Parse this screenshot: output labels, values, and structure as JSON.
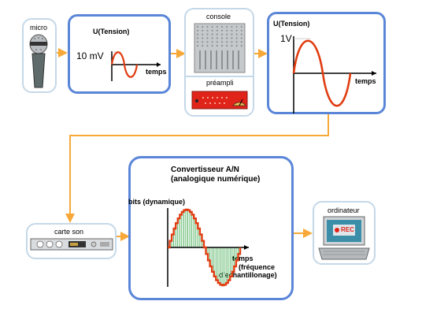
{
  "nodes": {
    "micro": {
      "label": "micro"
    },
    "signal_mv": {
      "title": "U(Tension)",
      "amplitude_label": "10 mV",
      "axis_label": "temps"
    },
    "console": {
      "label": "console"
    },
    "preampli": {
      "label": "préampli"
    },
    "signal_v": {
      "title": "U(Tension)",
      "amplitude_label": "1V",
      "axis_label": "temps"
    },
    "carte_son": {
      "label": "carte son"
    },
    "convertisseur": {
      "title_line1": "Convertisseur A/N",
      "title_line2": "(analogique numérique)",
      "y_label": "bits (dynamique)",
      "x_label_line1": "temps",
      "x_label_line2": "(fréquence",
      "x_label_line3": "d'echantillonage)"
    },
    "ordinateur": {
      "label": "ordinateur",
      "screen_text": "REC"
    }
  },
  "colors": {
    "accent_blue": "#5b86d8",
    "light_border": "#c5d8e8",
    "wire_orange": "#f7a838",
    "wave_red": "#e03c10",
    "sample_green": "#3aa84a"
  }
}
